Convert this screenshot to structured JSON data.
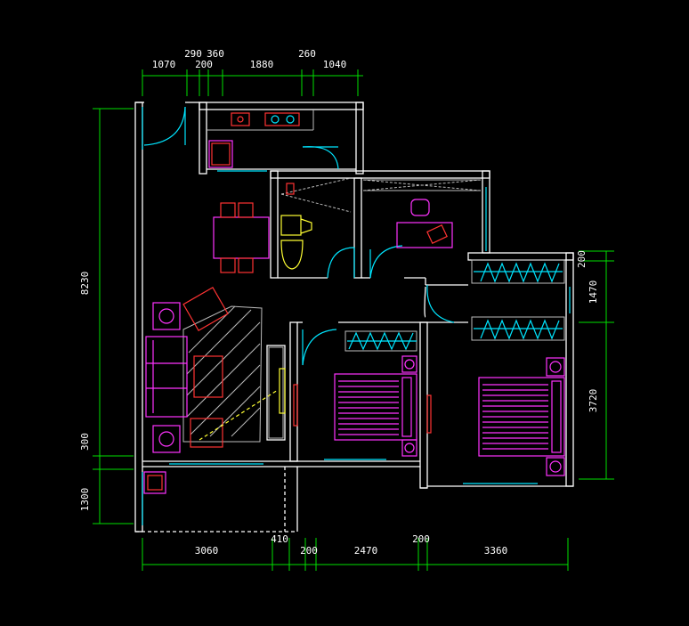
{
  "dimensions": {
    "top": [
      "1070",
      "290",
      "200",
      "360",
      "1880",
      "260",
      "1040"
    ],
    "bottom": [
      "3060",
      "410",
      "200",
      "2470",
      "200",
      "3360"
    ],
    "left": [
      "8230",
      "300",
      "1300"
    ],
    "right": [
      "200",
      "1470",
      "3720"
    ]
  },
  "colors": {
    "background": "#000000",
    "wall": "#ffffff",
    "dimension": "#00e000",
    "window": "#00e5ff",
    "furniture": "#ff33ff",
    "furniture_alt": "#ff3333",
    "appliance": "#ffff33"
  }
}
